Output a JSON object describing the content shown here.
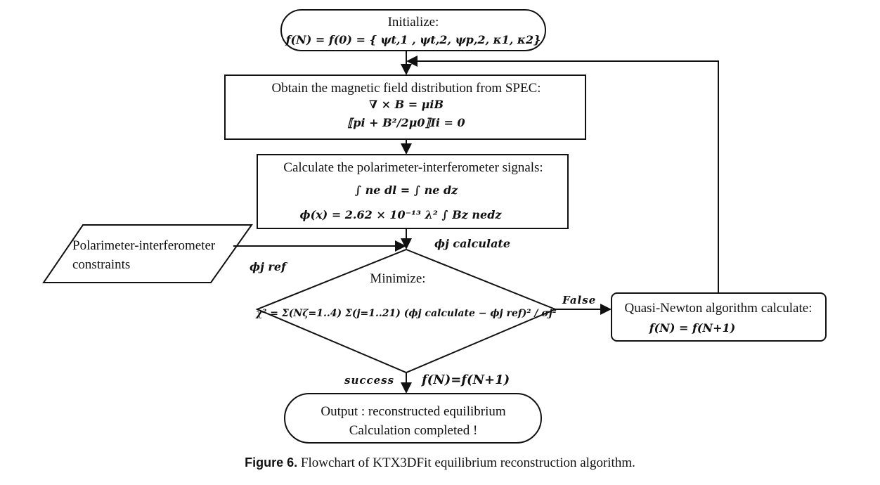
{
  "init": {
    "title": "Initialize:",
    "formula": "f(N) = f(0) = { ψt,1 , ψt,2, ψp,2, κ1, κ2}"
  },
  "spec": {
    "title": "Obtain the magnetic field distribution from SPEC:",
    "eq1": "∇ × B = μiB",
    "eq2": "⟦pi + B²/2μ0⟧Ii = 0"
  },
  "signals": {
    "title": "Calculate the polarimeter-interferometer signals:",
    "eq1": "∫ ne dl = ∫ ne dz",
    "eq2": "ϕ(x) = 2.62 × 10⁻¹³ λ² ∫ Bz nedz"
  },
  "phi_calc_label": "ϕj calculate",
  "constraints": {
    "line1": "Polarimeter-interferometer",
    "line2": "constraints"
  },
  "phi_ref_label": "ϕj ref",
  "minimize": {
    "title": "Minimize:",
    "formula": "χ² = Σ(Nζ=1..4) Σ(j=1..21) (ϕj calculate − ϕj ref)² / σj²"
  },
  "false_label": "False",
  "success_label": "success",
  "update_label": "f(N)=f(N+1)",
  "quasi_newton": {
    "title": "Quasi-Newton algorithm calculate:",
    "formula": "f(N) = f(N+1)"
  },
  "output": {
    "line1": "Output : reconstructed  equilibrium",
    "line2": "Calculation completed !"
  },
  "caption": {
    "label": "Figure 6.",
    "text": "Flowchart of KTX3DFit equilibrium reconstruction algorithm."
  }
}
